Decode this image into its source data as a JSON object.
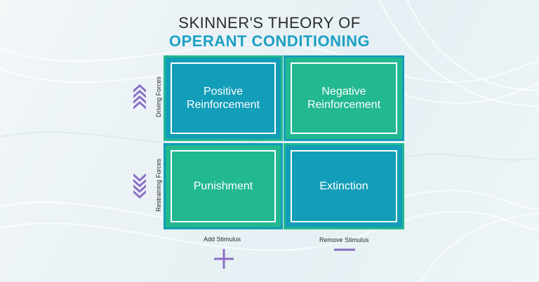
{
  "title": {
    "line1": "SKINNER'S THEORY OF",
    "line2": "OPERANT CONDITIONING"
  },
  "quadrants": [
    {
      "label": "Positive\nReinforcement"
    },
    {
      "label": "Negative\nReinforcement"
    },
    {
      "label": "Punishment"
    },
    {
      "label": "Extinction"
    }
  ],
  "axes": {
    "driving": "Driving Forces",
    "restraining": "Restraining Forces",
    "add": "Add Stimulus",
    "remove": "Remove Stimulus"
  },
  "colors": {
    "teal": "#129db8",
    "green": "#22b890",
    "accent_purple": "#8a6fc4",
    "title_blue": "#1da0c4"
  },
  "icons": {
    "up": "double-chevron-up-icon",
    "down": "double-chevron-down-icon",
    "plus": "plus-icon",
    "minus": "minus-icon"
  }
}
